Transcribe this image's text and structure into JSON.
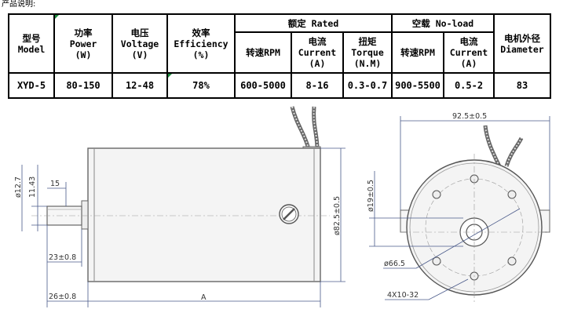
{
  "caption": "产品说明:",
  "table": {
    "head": {
      "model": [
        "型号",
        "Model"
      ],
      "power": [
        "功率",
        "Power",
        "(W)"
      ],
      "voltage": [
        "电压",
        "Voltage",
        "(V)"
      ],
      "efficiency": [
        "效率",
        "Efficiency",
        "(%)"
      ],
      "rated": "额定 Rated",
      "noload": "空载 No-load",
      "diameter": [
        "电机外径",
        "Diameter"
      ],
      "rated_rpm": "转速RPM",
      "rated_current": [
        "电流",
        "Current",
        "(A)"
      ],
      "rated_torque": [
        "扭矩",
        "Torque",
        "(N.M)"
      ],
      "noload_rpm": "转速RPM",
      "noload_current": [
        "电流",
        "Current",
        "(A)"
      ]
    },
    "row": {
      "model": "XYD-5",
      "power": "80-150",
      "voltage": "12-48",
      "efficiency": "78%",
      "rated_rpm": "600-5000",
      "rated_current": "8-16",
      "rated_torque": "0.3-0.7",
      "noload_rpm": "900-5500",
      "noload_current": "0.5-2",
      "diameter": "83"
    }
  },
  "side_view": {
    "shaft_dia": "ø12.7",
    "flat": "11.43",
    "shaft_len": "15",
    "body_dia": "ø82.5±0.5",
    "dim_23": "23±0.8",
    "dim_26": "26±0.8",
    "length": "A"
  },
  "end_view": {
    "width": "92.5±0.5",
    "boss": "ø19±0.5",
    "pcd": "ø66.5",
    "holes": "4X10-32"
  }
}
